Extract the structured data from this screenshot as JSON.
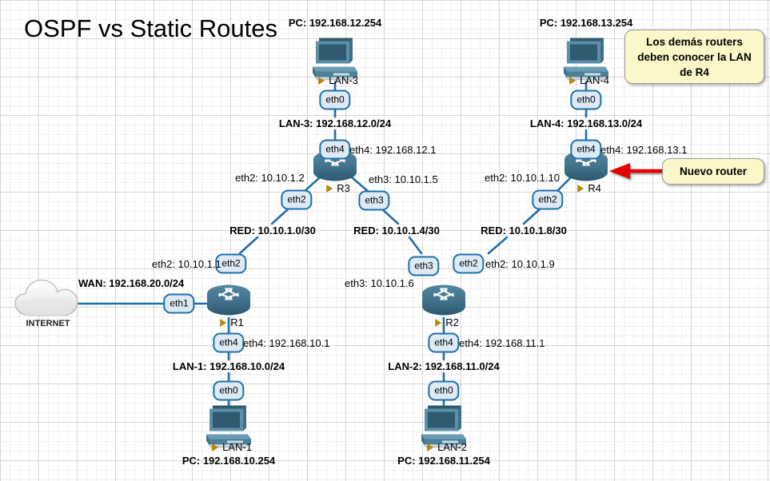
{
  "diagram": {
    "title": "OSPF vs Static Routes",
    "background": "grid",
    "accent_link_color": "#1f6fa8",
    "device_color": "#3b6e87",
    "callout_fill": "#fbf7c8",
    "arrow_color": "#e60000"
  },
  "callouts": [
    {
      "id": "callout-lan-r4",
      "text": "Los demás routers deben conocer la LAN de R4"
    },
    {
      "id": "callout-nuevo-router",
      "text": "Nuevo router"
    }
  ],
  "devices": {
    "internet": {
      "name": "INTERNET",
      "type": "cloud"
    },
    "r1": {
      "name": "R1",
      "type": "router"
    },
    "r2": {
      "name": "R2",
      "type": "router"
    },
    "r3": {
      "name": "R3",
      "type": "router"
    },
    "r4": {
      "name": "R4",
      "type": "router"
    },
    "lan1": {
      "name": "LAN-1",
      "type": "pc"
    },
    "lan2": {
      "name": "LAN-2",
      "type": "pc"
    },
    "lan3": {
      "name": "LAN-3",
      "type": "pc"
    },
    "lan4": {
      "name": "LAN-4",
      "type": "pc"
    }
  },
  "pc_addresses": {
    "lan1": "PC: 192.168.10.254",
    "lan2": "PC: 192.168.11.254",
    "lan3": "PC: 192.168.12.254",
    "lan4": "PC: 192.168.13.254"
  },
  "networks": {
    "wan": "WAN: 192.168.20.0/24",
    "lan1": "LAN-1: 192.168.10.0/24",
    "lan2": "LAN-2: 192.168.11.0/24",
    "lan3": "LAN-3: 192.168.12.0/24",
    "lan4": "LAN-4: 192.168.13.0/24",
    "red_r1_r3": "RED: 10.10.1.0/30",
    "red_r3_r2": "RED: 10.10.1.4/30",
    "red_r2_r4": "RED: 10.10.1.8/30"
  },
  "interfaces": {
    "r1_eth1": "eth1",
    "r1_eth2": "eth2",
    "r1_eth4": "eth4",
    "r2_eth2": "eth2",
    "r2_eth3": "eth3",
    "r2_eth4": "eth4",
    "r3_eth2": "eth2",
    "r3_eth3": "eth3",
    "r3_eth4": "eth4",
    "r4_eth2": "eth2",
    "r4_eth4": "eth4",
    "lan1_eth0": "eth0",
    "lan2_eth0": "eth0",
    "lan3_eth0": "eth0",
    "lan4_eth0": "eth0"
  },
  "ip_labels": {
    "r1_eth2": "eth2: 10.10.1.1",
    "r1_eth4": "eth4: 192.168.10.1",
    "r2_eth3": "eth3: 10.10.1.6",
    "r2_eth2": "eth2: 10.10.1.9",
    "r2_eth4": "eth4: 192.168.11.1",
    "r3_eth2": "eth2: 10.10.1.2",
    "r3_eth3": "eth3: 10.10.1.5",
    "r3_eth4": "eth4: 192.168.12.1",
    "r4_eth2": "eth2: 10.10.1.10",
    "r4_eth4": "eth4: 192.168.13.1"
  }
}
